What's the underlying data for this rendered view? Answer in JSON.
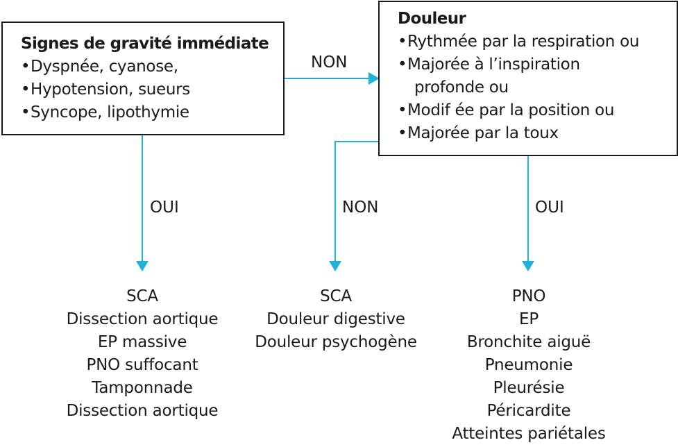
{
  "left_box": {
    "title": "Signes de gravité immédiate",
    "items": [
      "Dyspnée, cyanose,",
      "Hypotension, sueurs",
      "Syncope, lipothymie"
    ]
  },
  "right_box": {
    "title": "Douleur",
    "items": [
      "Rythmée par la respiration ou",
      "Majorée à l’inspiration",
      "profonde ou",
      "Modif ée par la position ou",
      "Majorée par la toux"
    ]
  },
  "edges": {
    "left_to_right": "NON",
    "left_down": "OUI",
    "right_to_middle": "NON",
    "right_down": "OUI"
  },
  "results": {
    "left": [
      "SCA",
      "Dissection aortique",
      "EP massive",
      "PNO suffocant",
      "Tamponnade",
      "Dissection aortique"
    ],
    "middle": [
      "SCA",
      "Douleur digestive",
      "Douleur psychogène"
    ],
    "right": [
      "PNO",
      "EP",
      "Bronchite aiguë",
      "Pneumonie",
      "Pleurésie",
      "Péricardite",
      "Atteintes pariétales"
    ]
  },
  "colors": {
    "arrow": "#1fb3dc",
    "border": "#1a1a1a"
  }
}
